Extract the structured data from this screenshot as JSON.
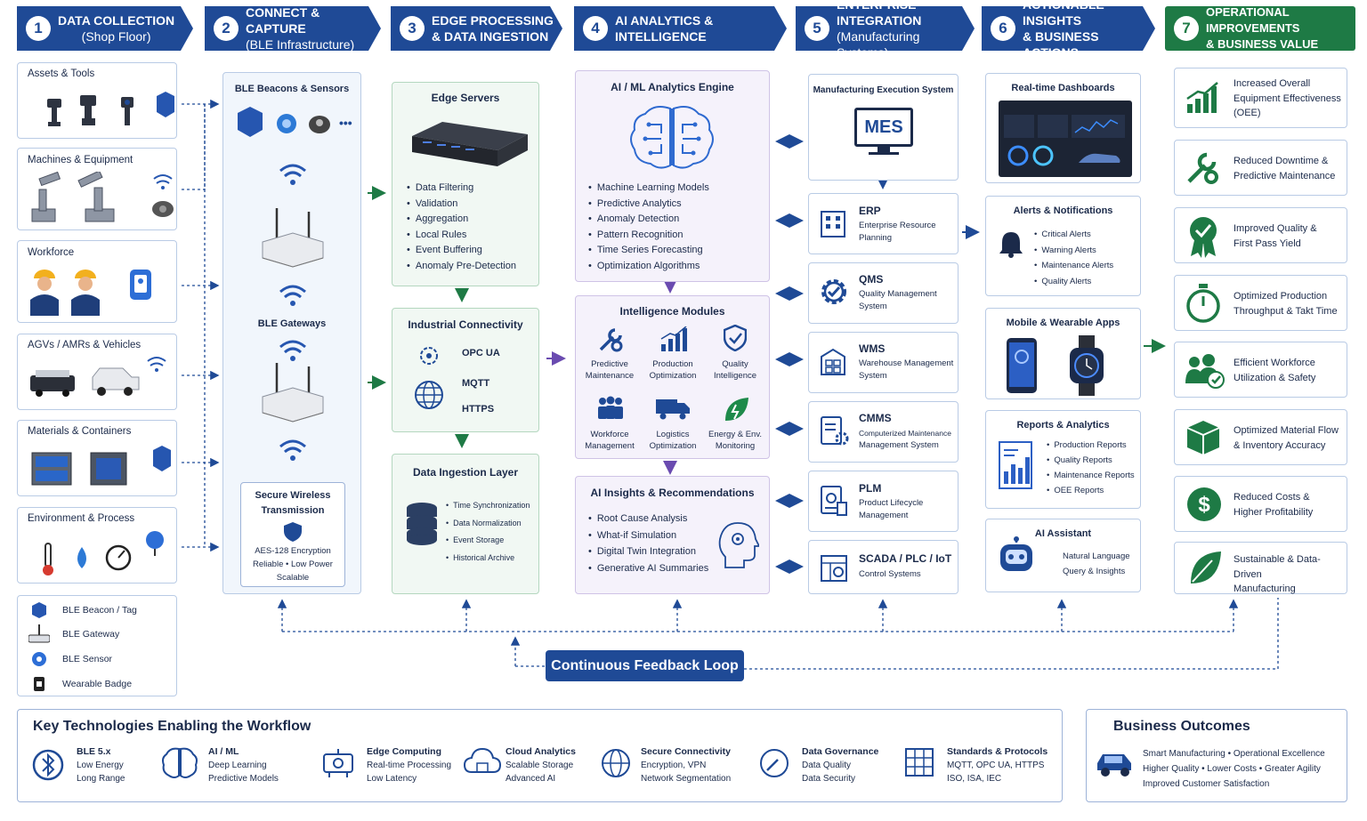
{
  "headers": [
    {
      "num": "1",
      "l1": "DATA COLLECTION",
      "l2": "(Shop Floor)"
    },
    {
      "num": "2",
      "l1": "CONNECT & CAPTURE",
      "l2": "(BLE Infrastructure)"
    },
    {
      "num": "3",
      "l1": "EDGE PROCESSING",
      "l2": "& DATA INGESTION"
    },
    {
      "num": "4",
      "l1": "AI ANALYTICS & INTELLIGENCE",
      "l2": ""
    },
    {
      "num": "5",
      "l1": "ENTERPRISE INTEGRATION",
      "l2": "(Manufacturing Systems)"
    },
    {
      "num": "6",
      "l1": "ACTIONABLE INSIGHTS",
      "l2": "& BUSINESS ACTIONS"
    },
    {
      "num": "7",
      "l1": "OPERATIONAL IMPROVEMENTS",
      "l2": "& BUSINESS VALUE"
    }
  ],
  "collection": [
    "Assets & Tools",
    "Machines & Equipment",
    "Workforce",
    "AGVs / AMRs & Vehicles",
    "Materials & Containers",
    "Environment & Process"
  ],
  "legend": [
    "BLE Beacon / Tag",
    "BLE Gateway",
    "BLE Sensor",
    "Wearable Badge"
  ],
  "ble": {
    "title": "BLE Beacons & Sensors",
    "more": "•••",
    "gateways": "BLE Gateways",
    "secure_title": "Secure Wireless Transmission",
    "secure_l1": "AES-128 Encryption",
    "secure_l2": "Reliable  •  Low Power",
    "secure_l3": "Scalable"
  },
  "edge": {
    "title": "Edge Servers",
    "items": [
      "Data Filtering",
      "Validation",
      "Aggregation",
      "Local Rules",
      "Event Buffering",
      "Anomaly Pre-Detection"
    ]
  },
  "industrial": {
    "title": "Industrial Connectivity",
    "protocols": [
      "OPC UA",
      "MQTT",
      "HTTPS"
    ]
  },
  "ingestion": {
    "title": "Data Ingestion Layer",
    "items": [
      "Time Synchronization",
      "Data Normalization",
      "Event Storage",
      "Historical Archive"
    ]
  },
  "ai_engine": {
    "title": "AI / ML Analytics Engine",
    "items": [
      "Machine Learning Models",
      "Predictive Analytics",
      "Anomaly Detection",
      "Pattern Recognition",
      "Time Series Forecasting",
      "Optimization Algorithms"
    ]
  },
  "modules": {
    "title": "Intelligence Modules",
    "items": [
      [
        "Predictive",
        "Maintenance"
      ],
      [
        "Production",
        "Optimization"
      ],
      [
        "Quality",
        "Intelligence"
      ],
      [
        "Workforce",
        "Management"
      ],
      [
        "Logistics",
        "Optimization"
      ],
      [
        "Energy & Env.",
        "Monitoring"
      ]
    ]
  },
  "ai_insights": {
    "title": "AI Insights & Recommendations",
    "items": [
      "Root Cause Analysis",
      "What-if Simulation",
      "Digital Twin Integration",
      "Generative AI Summaries"
    ]
  },
  "mes": {
    "title": "Manufacturing Execution System",
    "label": "MES"
  },
  "enterprise": [
    {
      "name": "ERP",
      "desc1": "Enterprise Resource",
      "desc2": "Planning"
    },
    {
      "name": "QMS",
      "desc1": "Quality Management",
      "desc2": "System"
    },
    {
      "name": "WMS",
      "desc1": "Warehouse Management",
      "desc2": "System"
    },
    {
      "name": "CMMS",
      "desc1": "Computerized Maintenance",
      "desc2": "Management System"
    },
    {
      "name": "PLM",
      "desc1": "Product Lifecycle",
      "desc2": "Management"
    },
    {
      "name": "SCADA / PLC / IoT",
      "desc1": "Control Systems",
      "desc2": ""
    }
  ],
  "insights": {
    "dashboards": "Real-time Dashboards",
    "alerts_title": "Alerts & Notifications",
    "alerts": [
      "Critical Alerts",
      "Warning Alerts",
      "Maintenance Alerts",
      "Quality Alerts"
    ],
    "mobile": "Mobile & Wearable Apps",
    "reports_title": "Reports & Analytics",
    "reports": [
      "Production Reports",
      "Quality Reports",
      "Maintenance Reports",
      "OEE Reports"
    ],
    "assistant_title": "AI Assistant",
    "assistant_l1": "Natural Language",
    "assistant_l2": "Query & Insights"
  },
  "outcomes": [
    [
      "Increased Overall",
      "Equipment Effectiveness",
      "(OEE)"
    ],
    [
      "Reduced Downtime &",
      "Predictive Maintenance"
    ],
    [
      "Improved Quality &",
      "First Pass Yield"
    ],
    [
      "Optimized Production",
      "Throughput & Takt Time"
    ],
    [
      "Efficient Workforce",
      "Utilization & Safety"
    ],
    [
      "Optimized Material Flow",
      "& Inventory Accuracy"
    ],
    [
      "Reduced Costs &",
      "Higher Profitability"
    ],
    [
      "Sustainable & Data-Driven",
      "Manufacturing"
    ]
  ],
  "feedback": "Continuous Feedback Loop",
  "key_title": "Key Technologies Enabling the Workflow",
  "key": [
    {
      "t": "BLE 5.x",
      "a": "Low Energy",
      "b": "Long Range"
    },
    {
      "t": "AI / ML",
      "a": "Deep Learning",
      "b": "Predictive Models"
    },
    {
      "t": "Edge Computing",
      "a": "Real-time Processing",
      "b": "Low Latency"
    },
    {
      "t": "Cloud Analytics",
      "a": "Scalable Storage",
      "b": "Advanced AI"
    },
    {
      "t": "Secure Connectivity",
      "a": "Encryption, VPN",
      "b": "Network Segmentation"
    },
    {
      "t": "Data Governance",
      "a": "Data Quality",
      "b": "Data Security"
    },
    {
      "t": "Standards & Protocols",
      "a": "MQTT, OPC UA, HTTPS",
      "b": "ISO, ISA, IEC"
    }
  ],
  "business": {
    "title": "Business Outcomes",
    "l1": "Smart Manufacturing  •  Operational Excellence",
    "l2": "Higher Quality  •  Lower Costs  •  Greater Agility",
    "l3": "Improved Customer Satisfaction"
  },
  "colors": {
    "navy": "#1f4a96",
    "green": "#1e7a45",
    "purple": "#6a4bb0"
  }
}
